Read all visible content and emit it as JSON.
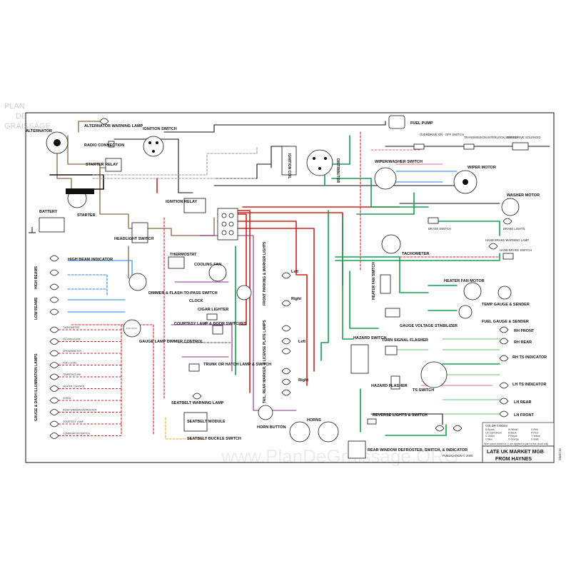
{
  "title": {
    "line1": "LATE UK MARKET MGB",
    "line2": "FROM HAYNES"
  },
  "sheet": "Sheet 33",
  "publication": "PUBLICATION © 2000",
  "watermark": {
    "corner": [
      "PLAN",
      "DE",
      "GRAISSAGE"
    ],
    "center": "www.PlanDeGraissage.ORG"
  },
  "wire_colors": {
    "black": "#111111",
    "brown": "#9c8466",
    "red": "#d42020",
    "green": "#10a050",
    "blue": "#2f7fd8",
    "purple": "#8a2d8a",
    "white": "#c8c8c8",
    "yellow": "#e0b020",
    "pink": "#e06a8a",
    "light_green": "#6bc46b"
  },
  "components": {
    "alternator": "ALTERNATOR",
    "alt_warning_lamp": "ALTERNATOR WARNING LAMP",
    "radio_connection": "RADIO CONNECTION",
    "ignition_switch": "IGNITION SWITCH",
    "starter_relay": "STARTER RELAY",
    "starter": "STARTER",
    "battery": "BATTERY",
    "ignition_relay": "IGNITION RELAY",
    "ignition_coil": "IGNITION COIL",
    "distributor": "DISTRIBUTOR",
    "fuel_pump": "FUEL PUMP",
    "overdrive_switch": "OVERDRIVE ON - OFF SWITCH",
    "transmission_interlock": "TRANSMISSION INTERLOCK SWITCH",
    "overdrive_solenoid": "OVERDRIVE SOLENOID",
    "wiper_washer_switch": "WIPER/WASHER SWITCH",
    "wiper_motor": "WIPER MOTOR",
    "washer_motor": "WASHER MOTOR",
    "brake_switch": "BRAKE SWITCH",
    "brake_lights": "BRAKE LIGHTS",
    "hand_brake_lamp": "HAND BRAKE WARNING LAMP",
    "hand_brake_switch": "HAND BRAKE SWITCH",
    "headlight_switch": "HEADLIGHT SWITCH",
    "high_beam_indicator": "HIGH BEAM INDICATOR",
    "high_beams": "HIGH BEAMS",
    "low_beams": "LOW BEAMS",
    "dimmer_switch": "DIMMER & FLASH-TO-PASS SWITCH",
    "gauge_lamp_dimmer": "GAUGE LAMP DIMMER CONTROL",
    "gauge_dash_lamps": "GAUGE & DASH ILLUMINATION LAMPS",
    "thermostat": "THERMOSTAT",
    "cooling_fan": "COOLING FAN",
    "clock": "CLOCK",
    "cigar_lighter": "CIGAR LIGHTER",
    "courtesy_lamp": "COURTESY LAMP & DOOR SWITCHES",
    "trunk_lamp": "TRUNK OR HATCH LAMP & SWITCH",
    "seatbelt_warning_lamp": "SEATBELT WARNING LAMP",
    "seatbelt_module": "SEATBELT MODULE",
    "seatbelt_buckle": "SEATBELT BUCKLE SWITCH",
    "front_parking": "FRONT PARKING & MARKER LIGHTS",
    "tail_rear_marker": "TAIL, REAR MARKER, & LICENSE PLATE LAMPS",
    "left": "Left",
    "right": "Right",
    "horn_button": "HORN BUTTON",
    "horns": "HORNS",
    "tachometer": "TACHOMETER",
    "heater_fan_switch": "HEATER FAN SWITCH",
    "heater_fan_motor": "HEATER FAN MOTOR",
    "temp_gauge": "TEMP GAUGE & SENDER",
    "fuel_gauge": "FUEL GAUGE & SENDER",
    "voltage_stabilizer": "GAUGE VOLTAGE STABILIZER",
    "hazard_switch": "HAZARD SWITCH",
    "turn_signal_flasher": "TURN SIGNAL FLASHER",
    "hazard_flasher": "HAZARD FLASHER",
    "ts_switch": "TS SWITCH",
    "rh_front": "RH FRONT",
    "rh_rear": "RH REAR",
    "rh_ts_indicator": "RH TS INDICATOR",
    "lh_ts_indicator": "LH TS INDICATOR",
    "lh_rear": "LH REAR",
    "lh_front": "LH FRONT",
    "reverse_lights": "REVERSE LIGHTS & SWITCH",
    "rear_window_defroster": "REAR WINDOW DEFROSTER, SWITCH, & INDICATOR"
  },
  "dash_lamp_labels": [
    "TACHOMETER",
    "OIL PRESSURE",
    "SPEEDOMETER",
    "FUEL LEVEL",
    "TEMPERATURE",
    "HEATER CONTROL",
    "CLOCK",
    "REAR WINDOW DEFROSTER",
    "COURTESY LAMP",
    "COMBINATION SWITCH"
  ],
  "color_code": {
    "title": "COLOR CODES",
    "entries": [
      "B Brown",
      "LG Light Green",
      "G Green",
      "U Blue",
      "W White",
      "B Black",
      "P Purple",
      "O Orange",
      "K Pink",
      "R Red",
      "Y Yellow",
      "S Slate"
    ],
    "note": "Wire colors shown in ( ) are applied to part of the circuit only"
  }
}
